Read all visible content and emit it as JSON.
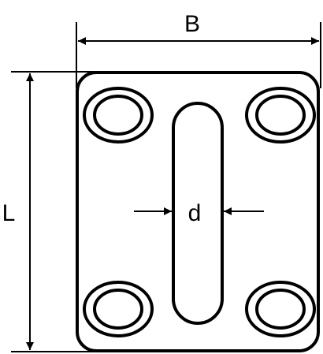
{
  "diagram": {
    "labels": {
      "width": "B",
      "length": "L",
      "slot_width": "d"
    },
    "colors": {
      "stroke": "#000000",
      "background": "#ffffff"
    }
  }
}
